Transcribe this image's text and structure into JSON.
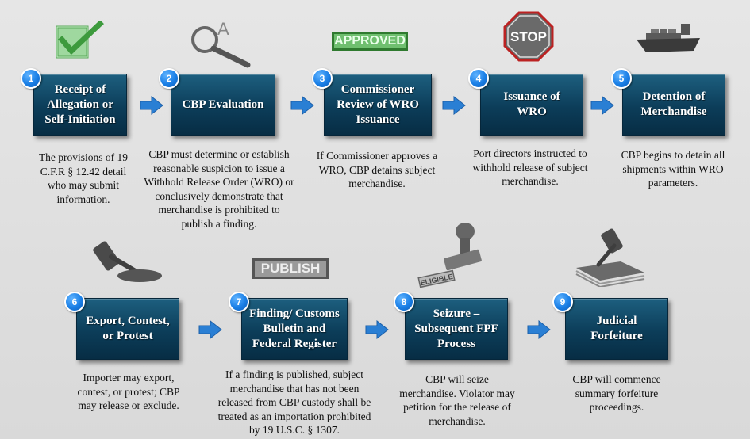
{
  "steps": [
    {
      "num": "1",
      "title": "Receipt of Allegation or Self-Initiation",
      "desc": "The provisions of 19 C.F.R § 12.42 detail who may submit information.",
      "icon": "checkmark-icon"
    },
    {
      "num": "2",
      "title": "CBP Evaluation",
      "desc": "CBP must determine or establish reasonable suspicion to issue a Withhold Release Order (WRO) or conclusively demonstrate that merchandise is prohibited to publish a finding.",
      "icon": "magnifier-icon"
    },
    {
      "num": "3",
      "title": "Commissioner Review of WRO Issuance",
      "desc": "If Commissioner approves a WRO, CBP detains subject merchandise.",
      "icon": "approved-stamp-icon",
      "icon_text": "APPROVED"
    },
    {
      "num": "4",
      "title": "Issuance of WRO",
      "desc": "Port directors instructed to withhold release of subject merchandise.",
      "icon": "stop-sign-icon",
      "icon_text": "STOP"
    },
    {
      "num": "5",
      "title": "Detention of Merchandise",
      "desc": "CBP begins to detain all shipments within WRO parameters.",
      "icon": "cargo-ship-icon"
    },
    {
      "num": "6",
      "title": "Export, Contest, or Protest",
      "desc": "Importer may export, contest, or protest; CBP may release or exclude.",
      "icon": "gavel-icon"
    },
    {
      "num": "7",
      "title": "Finding/ Customs Bulletin and Federal Register",
      "desc": "If a finding is published, subject merchandise that has not been released from CBP custody shall be treated as an importation prohibited by 19 U.S.C. § 1307.",
      "icon": "publish-stamp-icon",
      "icon_text": "PUBLISH"
    },
    {
      "num": "8",
      "title": "Seizure – Subsequent FPF Process",
      "desc": "CBP will seize merchandise.  Violator may petition for the release of merchandise.",
      "icon": "eligible-stamp-icon",
      "icon_text": "ELIGIBLE"
    },
    {
      "num": "9",
      "title": "Judicial Forfeiture",
      "desc": "CBP will commence summary forfeiture proceedings.",
      "icon": "gavel-books-icon"
    }
  ],
  "colors": {
    "box": "#0c3d59",
    "badge": "#1a7fe6",
    "arrow": "#2a7fd4"
  }
}
